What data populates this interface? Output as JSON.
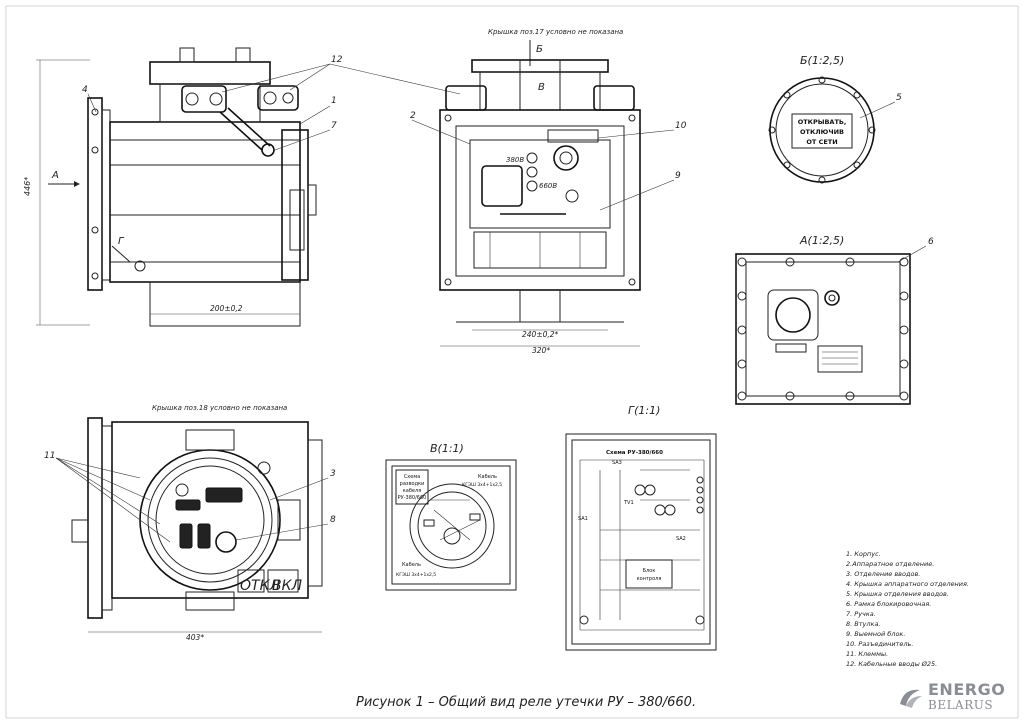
{
  "caption": "Рисунок 1 – Общий вид реле утечки РУ – 380/660.",
  "brand": {
    "line1": "ENERGO",
    "line2": "BELARUS"
  },
  "notes": {
    "top_cover": "Крышка поз.17 условно не показана",
    "bottom_cover": "Крышка поз.18 условно не показана"
  },
  "views": {
    "b_title": "Б(1:2,5)",
    "a_title": "А(1:2,5)",
    "v_title": "В(1:1)",
    "g_title": "Г(1:1)"
  },
  "section_marks": {
    "b": "Б",
    "v": "В",
    "a": "А",
    "g": "Г"
  },
  "callouts": [
    "1",
    "2",
    "4",
    "5",
    "6",
    "7",
    "8",
    "9",
    "10",
    "11",
    "12",
    "3"
  ],
  "dimensions": {
    "height": "446*",
    "depth": "200±0,2",
    "width_inner": "240±0,2*",
    "width_outer": "320*",
    "width_bottom": "403*"
  },
  "cover_plate": {
    "line1": "ОТКРЫВАТЬ,",
    "line2": "ОТКЛЮЧИВ",
    "line3": "ОТ СЕТИ"
  },
  "switch_labels": {
    "v380": "380В",
    "v660": "660В"
  },
  "buttons": {
    "off": "ОТКЛ",
    "on": "ВКЛ"
  },
  "scheme_v": {
    "title1": "Схема",
    "title2": "разводки",
    "title3": "кабеля",
    "title4": "РУ-380/660",
    "cable1": "Кабель",
    "cable1_spec": "КГЭШ 3х4+1х2,5",
    "cable2": "Кабель",
    "cable2_spec": "КГЭШ 3х4+1х2,5"
  },
  "scheme_g": {
    "title": "Схема РУ-380/660",
    "block": "Блок",
    "block2": "контроля",
    "tv1": "TV1",
    "sa1": "SA1",
    "sa2": "SA2",
    "sa3": "SA3"
  },
  "legend": [
    "1. Корпус.",
    "2.Аппаратное отделение.",
    "3. Отделение вводов.",
    "4. Крышка аппаратного отделения.",
    "5. Крышка отделения вводов.",
    "6. Рамка блокировочная.",
    "7. Ручка.",
    "8. Втулка.",
    "9. Выемной блок.",
    "10. Разъединитель.",
    "11. Клеммы.",
    "12. Кабельные вводы Ø25."
  ]
}
